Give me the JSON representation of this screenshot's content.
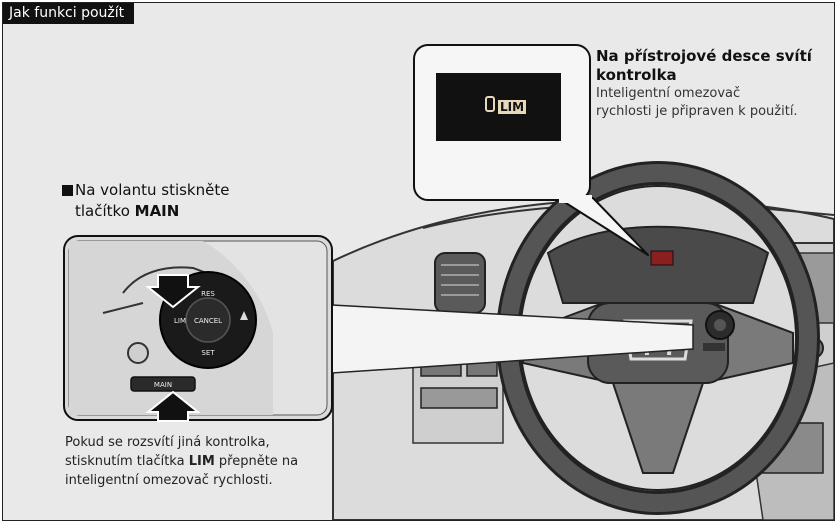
{
  "header": {
    "tab": "Jak funkci použít"
  },
  "indicator_callout": {
    "title_line1": "Na přístrojové desce svítí",
    "title_line2": "kontrolka",
    "desc_line1": "Inteligentní omezovač",
    "desc_line2": "rychlosti je připraven k použití.",
    "display_label": "LIM"
  },
  "steering_callout": {
    "line1": "Na volantu stiskněte",
    "line2_prefix": "tlačítko ",
    "line2_bold": "MAIN",
    "buttons": {
      "res": "RES",
      "lim": "LIM",
      "cancel": "CANCEL",
      "set": "SET",
      "main": "MAIN"
    }
  },
  "note": {
    "line1": "Pokud se rozsvítí jiná kontrolka,",
    "line2_prefix": "stisknutím tlačítka ",
    "line2_bold": "LIM",
    "line2_suffix": " přepněte na",
    "line3": "inteligentní omezovač rychlosti."
  },
  "colors": {
    "background": "#e9e9e9",
    "ink": "#111111",
    "dashboard": "#3a3a3a",
    "highlight": "#c0392b"
  }
}
